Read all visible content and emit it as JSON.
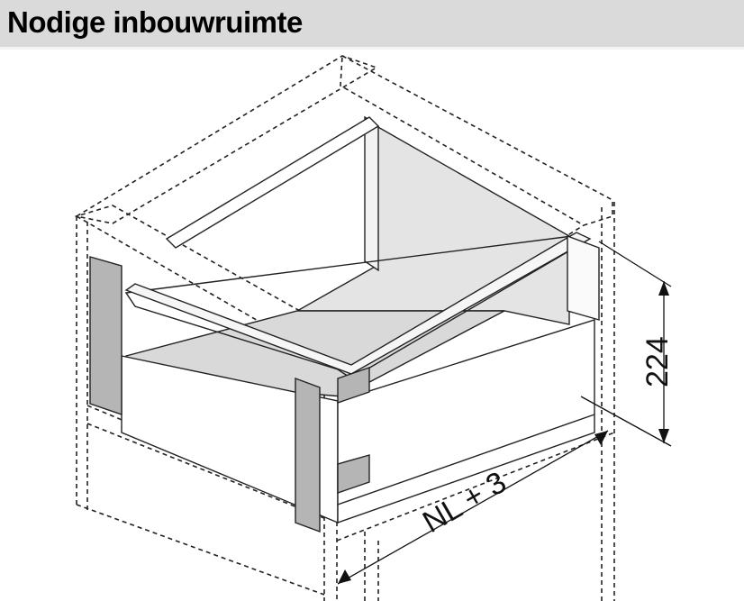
{
  "header": {
    "title": "Nodige inbouwruimte"
  },
  "dimensions": {
    "height_label": "224",
    "width_label": "NL + 3"
  },
  "colors": {
    "header_bg": "#dadada",
    "panel_gray": "#e4e4e4",
    "side_gray": "#b5b5b5"
  }
}
